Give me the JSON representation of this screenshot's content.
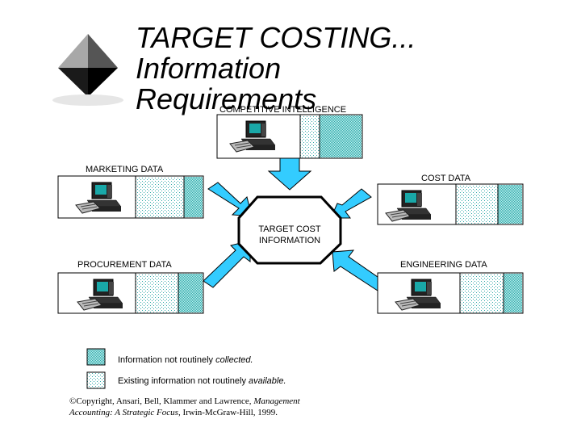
{
  "title": {
    "line1": "TARGET COSTING...",
    "line2": "Information",
    "line3": "Requirements"
  },
  "labels": {
    "competitive": "COMPETITIVE INTELLIGENCE",
    "marketing": "MARKETING DATA",
    "cost": "COST DATA",
    "procurement": "PROCUREMENT DATA",
    "engineering": "ENGINEERING DATA"
  },
  "center": {
    "line1": "TARGET COST",
    "line2": "INFORMATION"
  },
  "legend": {
    "item1_prefix": "Information not routinely ",
    "item1_emph": "collected.",
    "item2_prefix": "Existing information not routinely ",
    "item2_emph": "available."
  },
  "copyright": {
    "prefix": "©Copyright, Ansari, Bell, Klammer and Lawrence, ",
    "book": "Management Accounting: A Strategic Focus",
    "suffix": ", Irwin-McGraw-Hill, 1999."
  },
  "colors": {
    "arrow_fill": "#33ccff",
    "pattern_bg": "#ffffff",
    "pattern_dot": "#33bbbb",
    "octagon_stroke": "#000000"
  }
}
